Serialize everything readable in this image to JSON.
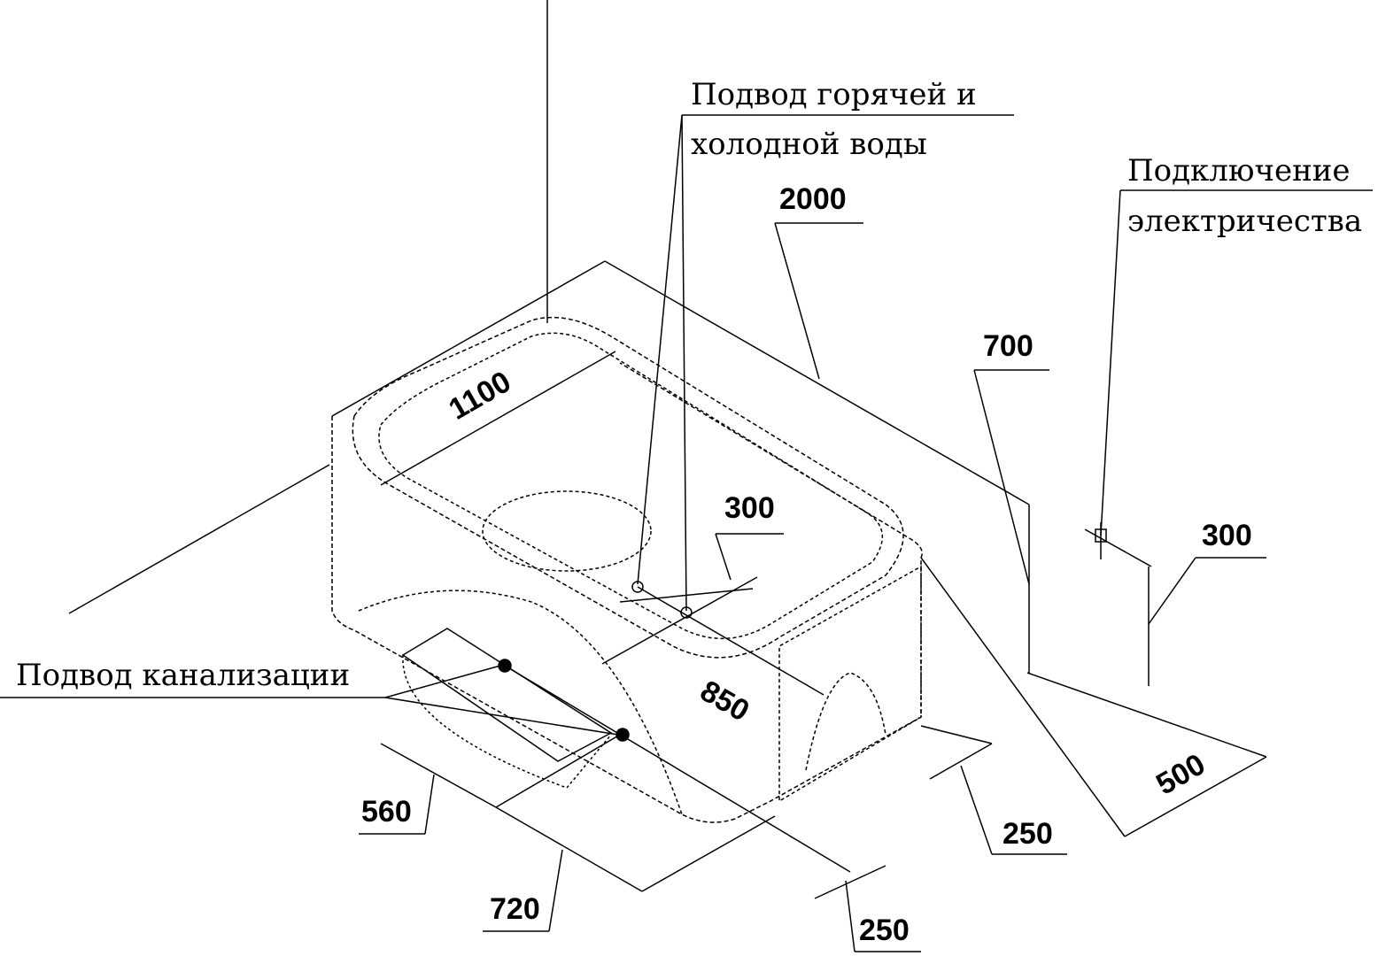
{
  "labels": {
    "water_line1": "Подвод горячей и",
    "water_line2": "холодной воды",
    "electric_line1": "Подключение",
    "electric_line2": "электричества",
    "drain": "Подвод канализации"
  },
  "dimensions": {
    "length": "2000",
    "height": "700",
    "inner_width": "1100",
    "water_spacing": "300",
    "electric_height": "300",
    "water_offset": "850",
    "electric_offset": "500",
    "drain_560": "560",
    "drain_720": "720",
    "offset_250_right": "250",
    "offset_250_bottom": "250"
  }
}
